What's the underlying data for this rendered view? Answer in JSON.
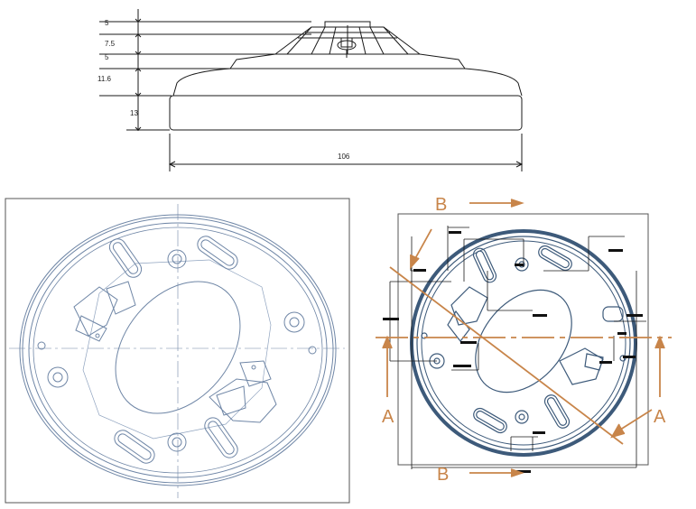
{
  "side_view": {
    "dimensions": [
      "5",
      "7.5",
      "5",
      "11.6",
      "13"
    ],
    "width_label": "106"
  },
  "section_labels": {
    "top": "B",
    "bottom": "B",
    "left": "A",
    "right": "A"
  },
  "colors": {
    "line": "#1a1a1a",
    "part_blue": "#3d5a7a",
    "light_line": "#6f86a6",
    "section_orange": "#c8854a"
  }
}
